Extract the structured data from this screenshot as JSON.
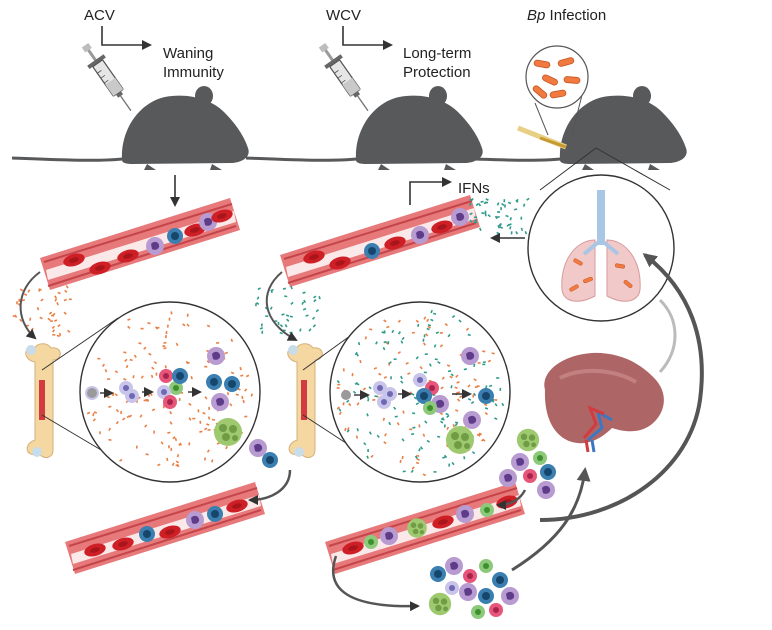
{
  "panels": {
    "acv": {
      "vaccine_label": "ACV",
      "outcome_line1": "Waning",
      "outcome_line2": "Immunity"
    },
    "wcv": {
      "vaccine_label": "WCV",
      "outcome_line1": "Long-term",
      "outcome_line2": "Protection",
      "cytokine_label": "IFNs"
    },
    "bp": {
      "pathogen_abbr": "Bp",
      "infection_label": " Infection"
    }
  },
  "colors": {
    "mouse": "#58595b",
    "vessel": "#e7797a",
    "rbc": "#cf1f26",
    "bone": "#f4d7a1",
    "spleen": "#ad6565",
    "lung": "#f1c9c9",
    "acv_cytokine_dots": "#ea7f45",
    "wcv_cytokine_dots": "#2f9b8c",
    "arrow": "#3a3a3a"
  },
  "icons": [
    "syringe-icon",
    "mouse-icon",
    "blood-vessel-icon",
    "bone-icon",
    "bone-marrow-zoom-icon",
    "lung-icon",
    "spleen-icon",
    "bacteria-icon",
    "swab-icon"
  ]
}
